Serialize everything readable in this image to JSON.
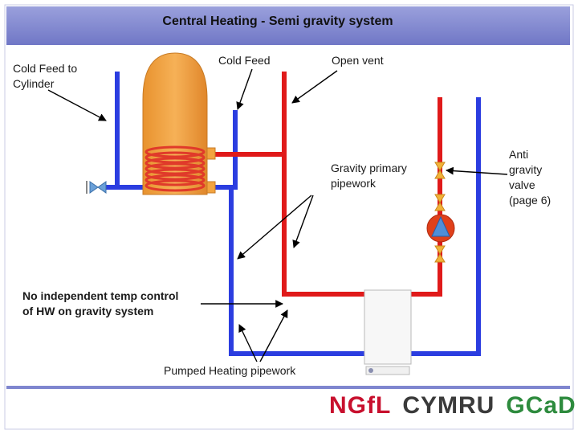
{
  "title": "Central Heating - Semi gravity system",
  "labels": {
    "cold_feed_to_cylinder": "Cold Feed to\nCylinder",
    "cold_feed": "Cold Feed",
    "open_vent": "Open vent",
    "gravity_primary": "Gravity primary\npipework",
    "anti_gravity_valve": "Anti\ngravity\nvalve\n(page 6)",
    "no_independent": "No independent temp control\nof HW on gravity system",
    "pumped_heating": "Pumped Heating pipework"
  },
  "footer": {
    "logo_ngfl": "NGfL",
    "logo_cymru": "CYMRU",
    "logo_gcad": "GCaD"
  },
  "colors": {
    "header_band": "#7f86cf",
    "flow_pipe": "#e01a1a",
    "return_pipe": "#2b3de0",
    "cylinder": "#f3a43f",
    "coil": "#e03a2a",
    "valve": "#f2b23a",
    "logo_red": "#c8102e",
    "logo_dark": "#3a3a3a",
    "logo_green": "#2e8b3e"
  }
}
